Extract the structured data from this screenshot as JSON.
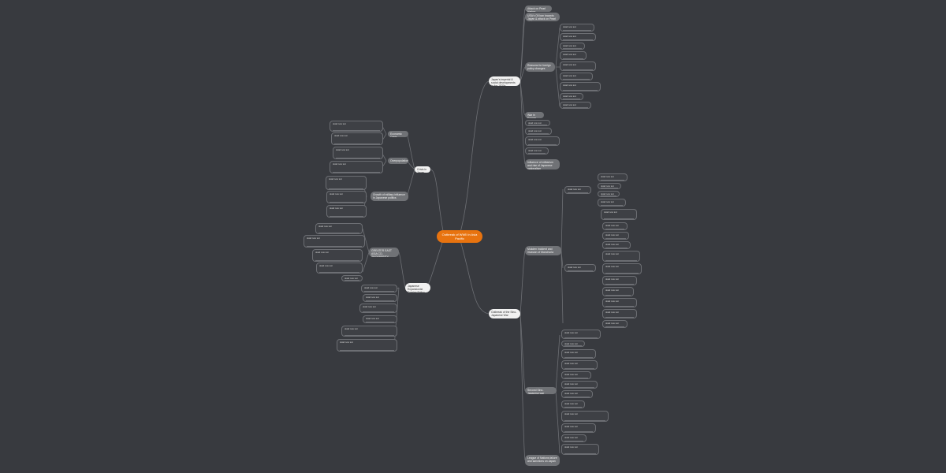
{
  "root": {
    "label": "Outbreak of WWII in Asia Pacific"
  },
  "right": {
    "branches": [
      {
        "label": "Japan's imperial & social developments in the 1930s",
        "subs": [
          {
            "label": "Attack on Pearl Harbor"
          },
          {
            "label": "USA's Oil ban towards Japan & attack on Pearl Harbor"
          },
          {
            "label": "Reasons for foreign policy changes"
          },
          {
            "label": "War in Europe"
          },
          {
            "label": "Influence of militarism and rise of Japanese nationalism"
          }
        ]
      },
      {
        "label": "Outbreak of the Sino-Japanese War",
        "subs": [
          {
            "label": "Mukden Incident and invasion of Manchuria"
          },
          {
            "label": "Second Sino-Japanese war"
          },
          {
            "label": "League of Nations failure and sanctions on Japan"
          }
        ]
      }
    ]
  },
  "left": {
    "branches": [
      {
        "label": "Crisis in Japan",
        "subs": [
          {
            "label": "Economic Crisis"
          },
          {
            "label": "Overpopulation"
          },
          {
            "label": "Growth of military influence in Japanese politics"
          }
        ]
      },
      {
        "label": "Japanese Expansionist Foreign Policy",
        "subs": [
          {
            "label": "GREATER EAST ASIA CO-PROSPERITY SPHERE"
          }
        ]
      }
    ]
  },
  "leaf_text": "detail note text"
}
